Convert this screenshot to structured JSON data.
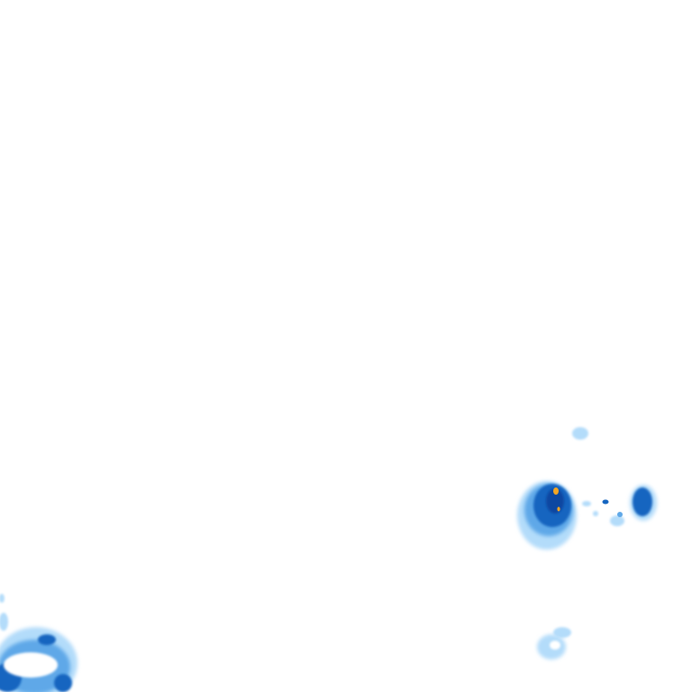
{
  "map": {
    "layer": "precipitation-radar-tile",
    "background_color": "#ffffff",
    "intensity_colors": {
      "light": "#b3dcfa",
      "moderate": "#5fa8e8",
      "heavy": "#1565c0",
      "very_heavy": "#0d47a1",
      "extreme": "#f5a623"
    },
    "cells": [
      {
        "id": "cell-east-main",
        "peak_intensity": "extreme"
      },
      {
        "id": "cell-east-satellite",
        "peak_intensity": "heavy"
      },
      {
        "id": "cell-east-north-fragment",
        "peak_intensity": "light"
      },
      {
        "id": "cell-east-scatter",
        "peak_intensity": "moderate"
      },
      {
        "id": "cell-south-fragment",
        "peak_intensity": "light"
      },
      {
        "id": "cell-southwest-band",
        "peak_intensity": "heavy"
      }
    ]
  }
}
